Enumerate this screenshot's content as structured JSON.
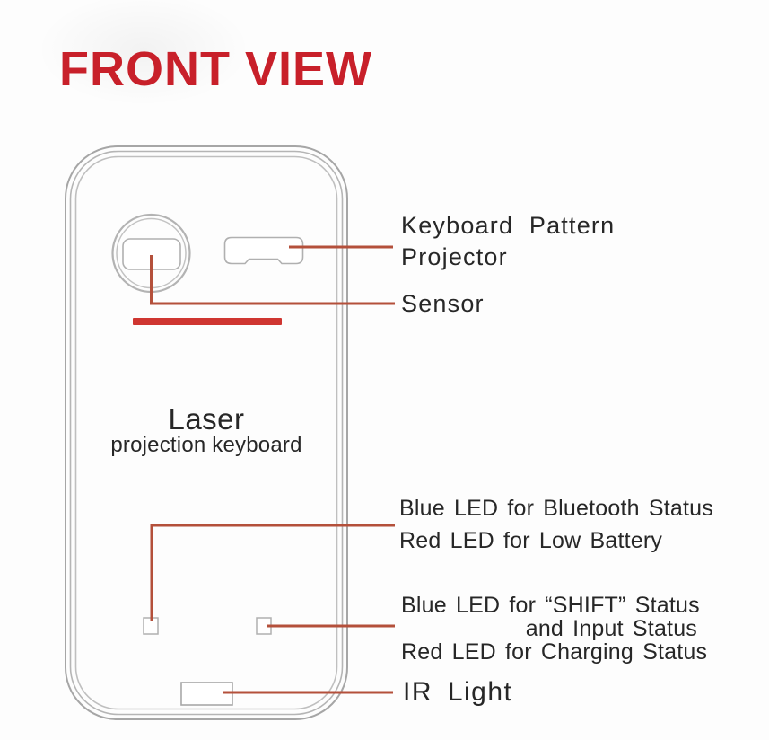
{
  "title": "FRONT VIEW",
  "device_label": {
    "line1": "Laser",
    "line2": "projection keyboard"
  },
  "callouts": {
    "projector": {
      "line1": "Keyboard Pattern",
      "line2": "Projector"
    },
    "sensor": {
      "label": "Sensor"
    },
    "status_led_left": {
      "line1": "Blue LED for Bluetooth Status",
      "line2": "Red LED for Low Battery"
    },
    "status_led_right": {
      "line1": "Blue LED for “SHIFT” Status",
      "line2": "and Input Status",
      "line3": "Red LED for Charging Status"
    },
    "ir_light": {
      "label": "IR Light"
    }
  },
  "colors": {
    "title_red": "#c8202a",
    "callout_line": "#b4503b",
    "laser_window_bar": "#cf3631",
    "outline_gray": "#a9a9a9",
    "text": "#272727"
  }
}
